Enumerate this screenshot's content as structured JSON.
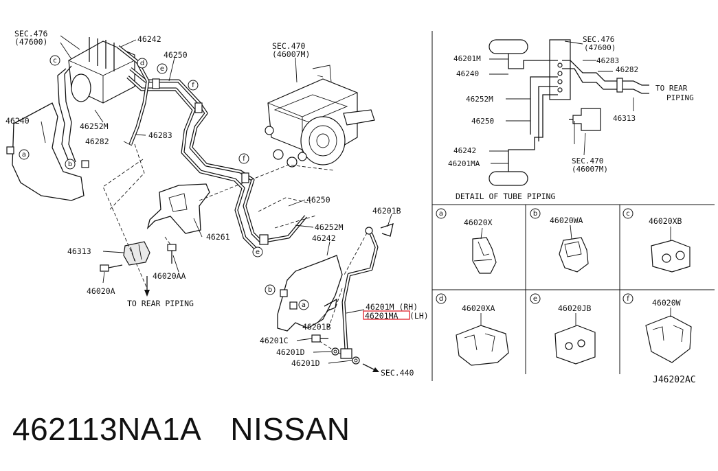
{
  "main_labels": {
    "sec476": "SEC.476",
    "sec476_sub": "(47600)",
    "p46242_top": "46242",
    "p46250_top": "46250",
    "sec470": "SEC.470",
    "sec470_sub": "(46007M)",
    "p46240": "46240",
    "p46252m": "46252M",
    "p46283": "46283",
    "p46282": "46282",
    "p46261": "46261",
    "p46313": "46313",
    "p46020aa": "46020AA",
    "p46020a": "46020A",
    "to_rear": "TO REAR PIPING",
    "p46250_mid": "46250",
    "p46252m_mid": "46252M",
    "p46242_mid": "46242",
    "p46201b_top": "46201B",
    "p46201b_bot": "46201B",
    "p46201m_rh": "46201M (RH)",
    "p46201ma_lh_code": "46201MA",
    "p46201ma_lh_side": "(LH)",
    "p46201c": "46201C",
    "p46201d_a": "46201D",
    "p46201d_b": "46201D",
    "sec440": "SEC.440"
  },
  "circle_letters": [
    "a",
    "b",
    "c",
    "d",
    "e",
    "f"
  ],
  "detail": {
    "title": "DETAIL OF TUBE PIPING",
    "sec476": "SEC.476",
    "sec476_sub": "(47600)",
    "p46283": "46283",
    "p46282": "46282",
    "to_rear_1": "TO REAR",
    "to_rear_2": "PIPING",
    "p46201m": "46201M",
    "p46240": "46240",
    "p46252m": "46252M",
    "p46250": "46250",
    "p46313": "46313",
    "p46242": "46242",
    "p46201ma": "46201MA",
    "sec470": "SEC.470",
    "sec470_sub": "(46007M)"
  },
  "clips": [
    {
      "letter": "a",
      "part": "46020X"
    },
    {
      "letter": "b",
      "part": "46020WA"
    },
    {
      "letter": "c",
      "part": "46020XB"
    },
    {
      "letter": "d",
      "part": "46020XA"
    },
    {
      "letter": "e",
      "part": "46020JB"
    },
    {
      "letter": "f",
      "part": "46020W"
    }
  ],
  "drawing_code": "J46202AC",
  "footer": {
    "part_number": "462113NA1A",
    "brand": "NISSAN"
  },
  "colors": {
    "line": "#111111",
    "highlight_box": "#e0202a",
    "background": "#ffffff"
  }
}
